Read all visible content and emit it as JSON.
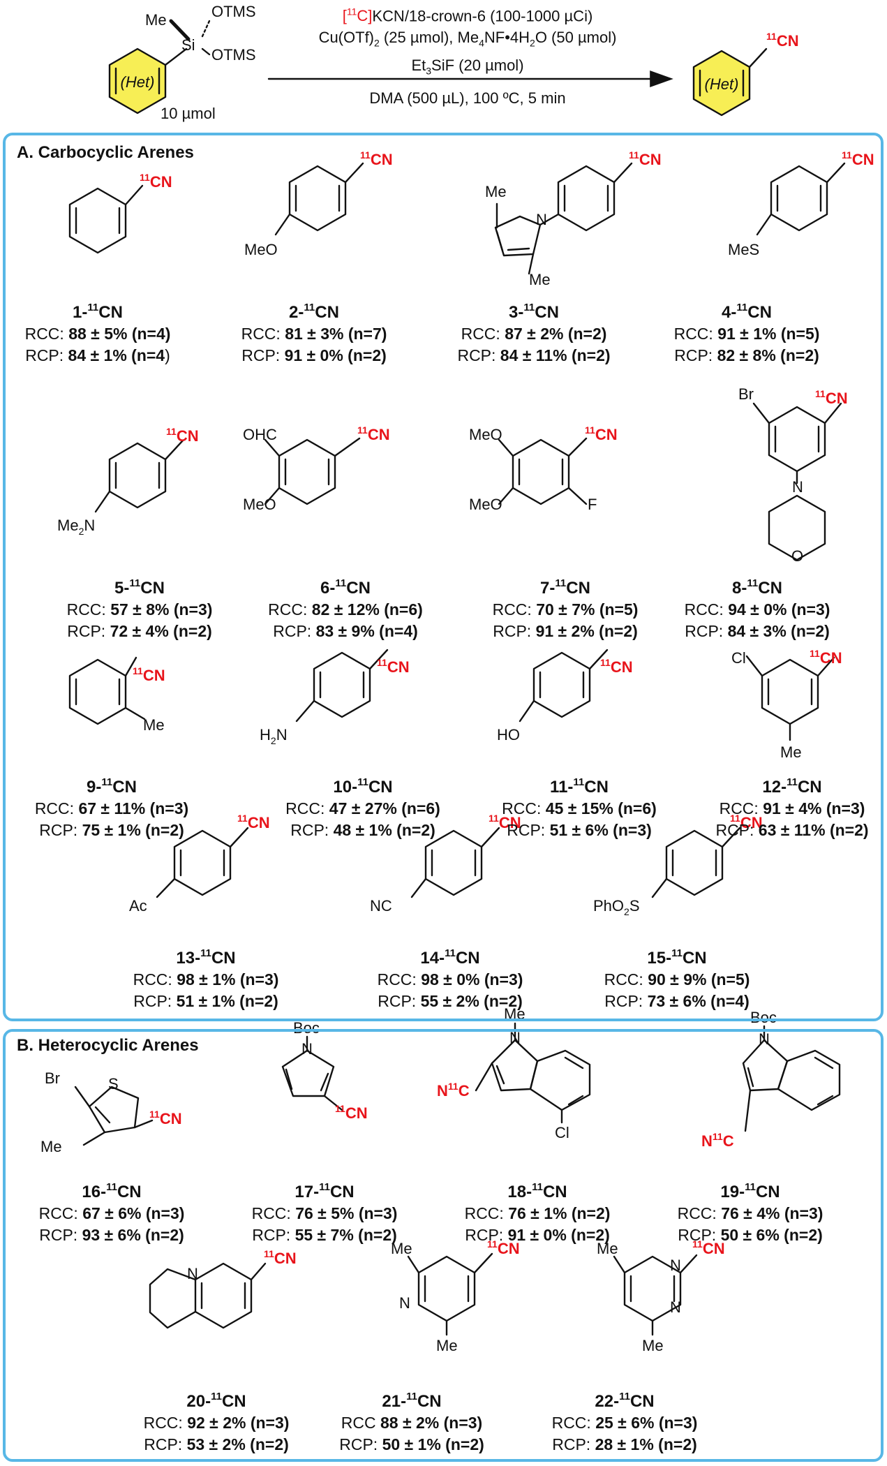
{
  "reaction": {
    "reagent_iso": "11",
    "reagent_rest": "KCN/18-crown-6 (100-1000 µCi)",
    "cond2_a": "Cu(OTf)",
    "cond2_sub": "2",
    "cond2_b": " (25 µmol), Me",
    "cond2_sub2": "4",
    "cond2_c": "NF•4H",
    "cond2_sub3": "2",
    "cond2_d": "O (50 µmol)",
    "cond3_a": "Et",
    "cond3_sub": "3",
    "cond3_b": "SiF (20 µmol)",
    "cond4": "DMA (500 µL), 100 ºC, 5 min",
    "amount": "10 µmol",
    "het": "(Het)",
    "me": "Me",
    "si": "Si",
    "otms": "OTMS",
    "product_iso": "11",
    "product_cn": "CN"
  },
  "panels": {
    "a_title": "A. Carbocyclic Arenes",
    "b_title": "B. Heterocyclic Arenes"
  },
  "labels": {
    "cn": "CN",
    "iso": "11",
    "n11c": "N",
    "c": "C",
    "MeO": "MeO",
    "MeS": "MeS",
    "Me": "Me",
    "N": "N",
    "O": "O",
    "Br": "Br",
    "OHC": "OHC",
    "F": "F",
    "Me2N": "Me",
    "Me2N_sub": "2",
    "Me2N_N": "N",
    "H2N": "H",
    "H2N_sub": "2",
    "H2N_N": "N",
    "HO": "HO",
    "Cl": "Cl",
    "Ac": "Ac",
    "NC": "NC",
    "PhO2S": "PhO",
    "PhO2S_sub": "2",
    "PhO2S_S": "S",
    "S": "S",
    "Boc": "Boc"
  },
  "compounds": [
    {
      "num": "1",
      "rcc_label": "RCC: ",
      "rcc": "88 ± 5% (n=4)",
      "rcp_label": "RCP: ",
      "rcp": "84 ± 1% (n=4",
      "rcp_tail": ")"
    },
    {
      "num": "2",
      "rcc_label": "RCC: ",
      "rcc": "81 ± 3% (n=7)",
      "rcp_label": "RCP: ",
      "rcp": "91 ± 0% (n=2)",
      "rcp_tail": ""
    },
    {
      "num": "3",
      "rcc_label": "RCC: ",
      "rcc": "87 ± 2% (n=2)",
      "rcp_label": "RCP: ",
      "rcp": "84 ± 11% (n=2)",
      "rcp_tail": ""
    },
    {
      "num": "4",
      "rcc_label": "RCC: ",
      "rcc": "91 ± 1% (n=5)",
      "rcp_label": "RCP: ",
      "rcp": "82 ± 8% (n=2)",
      "rcp_tail": ""
    },
    {
      "num": "5",
      "rcc_label": "RCC: ",
      "rcc": "57 ± 8% (n=3)",
      "rcp_label": "RCP: ",
      "rcp": "72 ± 4% (n=2)",
      "rcp_tail": ""
    },
    {
      "num": "6",
      "rcc_label": "RCC: ",
      "rcc": "82 ± 12% (n=6)",
      "rcp_label": "RCP: ",
      "rcp": "83 ± 9% (n=4)",
      "rcp_tail": ""
    },
    {
      "num": "7",
      "rcc_label": "RCC: ",
      "rcc": "70 ± 7% (n=5)",
      "rcp_label": "RCP: ",
      "rcp": "91 ± 2% (n=2)",
      "rcp_tail": ""
    },
    {
      "num": "8",
      "rcc_label": "RCC: ",
      "rcc": "94 ± 0% (n=3)",
      "rcp_label": "RCP: ",
      "rcp": "84 ± 3% (n=2)",
      "rcp_tail": ""
    },
    {
      "num": "9",
      "rcc_label": "RCC: ",
      "rcc": "67 ± 11% (n=3)",
      "rcp_label": "RCP: ",
      "rcp": "75 ± 1% (n=2)",
      "rcp_tail": ""
    },
    {
      "num": "10",
      "rcc_label": "RCC: ",
      "rcc": "47 ± 27% (n=6)",
      "rcp_label": "RCP: ",
      "rcp": "48 ± 1% (n=2)",
      "rcp_tail": ""
    },
    {
      "num": "11",
      "rcc_label": "RCC: ",
      "rcc": "45 ± 15% (n=6)",
      "rcp_label": "RCP: ",
      "rcp": "51 ± 6% (n=3)",
      "rcp_tail": ""
    },
    {
      "num": "12",
      "rcc_label": "RCC: ",
      "rcc": "91 ± 4% (n=3)",
      "rcp_label": "RCP: ",
      "rcp": "63 ± 11% (n=2)",
      "rcp_tail": ""
    },
    {
      "num": "13",
      "rcc_label": "RCC: ",
      "rcc": "98 ± 1% (n=3)",
      "rcp_label": "RCP: ",
      "rcp": "51 ± 1% (n=2)",
      "rcp_tail": ""
    },
    {
      "num": "14",
      "rcc_label": "RCC: ",
      "rcc": "98 ± 0% (n=3)",
      "rcp_label": "RCP: ",
      "rcp": "55 ± 2% (n=2)",
      "rcp_tail": ""
    },
    {
      "num": "15",
      "rcc_label": "RCC: ",
      "rcc": "90 ± 9% (n=5)",
      "rcp_label": "RCP: ",
      "rcp": "73 ± 6% (n=4)",
      "rcp_tail": ""
    },
    {
      "num": "16",
      "rcc_label": "RCC: ",
      "rcc": "67 ± 6% (n=3)",
      "rcp_label": "RCP: ",
      "rcp": "93 ± 6% (n=2)",
      "rcp_tail": ""
    },
    {
      "num": "17",
      "rcc_label": "RCC: ",
      "rcc": "76 ± 5% (n=3)",
      "rcp_label": "RCP: ",
      "rcp": "55 ± 7% (n=2)",
      "rcp_tail": ""
    },
    {
      "num": "18",
      "rcc_label": "RCC: ",
      "rcc": "76 ± 1% (n=2)",
      "rcp_label": "RCP: ",
      "rcp": "91 ± 0% (n=2)",
      "rcp_tail": ""
    },
    {
      "num": "19",
      "rcc_label": "RCC: ",
      "rcc": "76 ± 4% (n=3)",
      "rcp_label": "RCP: ",
      "rcp": "50 ± 6% (n=2)",
      "rcp_tail": ""
    },
    {
      "num": "20",
      "rcc_label": "RCC: ",
      "rcc": "92 ± 2% (n=3)",
      "rcp_label": "RCP: ",
      "rcp": "53 ± 2% (n=2)",
      "rcp_tail": ""
    },
    {
      "num": "21",
      "rcc_label": "RCC ",
      "rcc": "88 ± 2% (n=3)",
      "rcp_label": "RCP: ",
      "rcp": "50 ± 1% (n=2)",
      "rcp_tail": ""
    },
    {
      "num": "22",
      "rcc_label": "RCC: ",
      "rcc": "25 ± 6% (n=3)",
      "rcp_label": "RCP: ",
      "rcp": "28 ± 1% (n=2)",
      "rcp_tail": ""
    }
  ],
  "colors": {
    "accent": "#58b7e6",
    "label_red": "#e8141b",
    "het_fill": "#f7ee55"
  }
}
